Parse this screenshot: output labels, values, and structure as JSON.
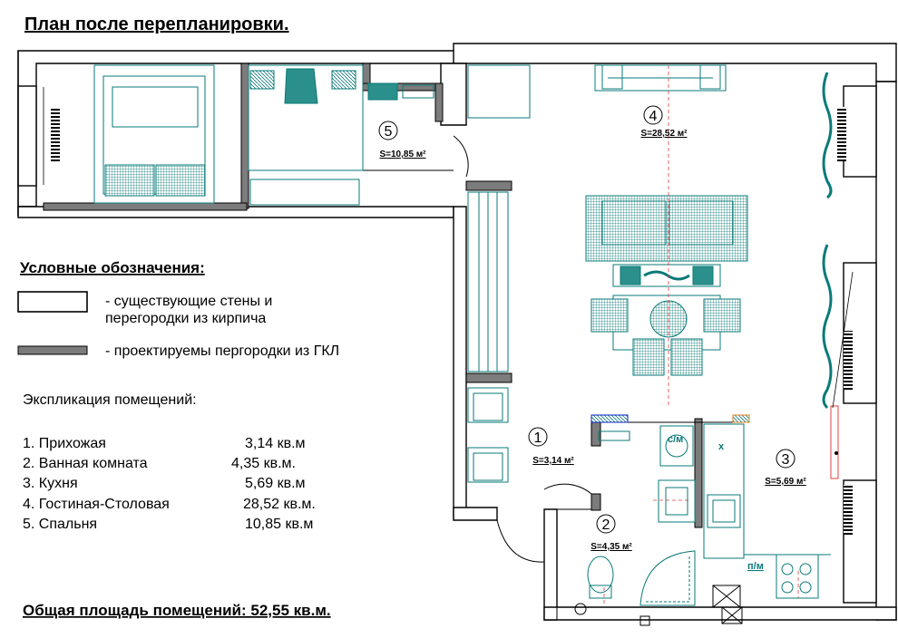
{
  "title": "План после перепланировки.",
  "colors": {
    "wall": "#000000",
    "partition": "#7c7c7c",
    "furniture": "#0a7a78",
    "furniture_fill": "#2b8f8b",
    "axis": "#e04040"
  },
  "rooms": [
    {
      "num": "1",
      "area": "S=3,14 м²"
    },
    {
      "num": "2",
      "area": "S=4,35 м²"
    },
    {
      "num": "3",
      "area": "S=5,69 м²"
    },
    {
      "num": "4",
      "area": "S=28,52 м²"
    },
    {
      "num": "5",
      "area": "S=10,85 м²"
    }
  ],
  "tags": {
    "washer": "с/м",
    "fridge": "п/м",
    "cross": "х"
  },
  "legend": {
    "heading": "Условные обозначения:",
    "existing_line1": "- существующие стены  и",
    "existing_line2": "перегородки из кирпича",
    "new_partitions": "- проектируемы пергородки из ГКЛ"
  },
  "explication": {
    "heading": "Экспликация помещений:",
    "items": [
      {
        "name": "1. Прихожая",
        "area": "3,14 кв.м"
      },
      {
        "name": "2. Ванная комната",
        "area": "4,35 кв.м."
      },
      {
        "name": "3. Кухня",
        "area": "5,69 кв.м"
      },
      {
        "name": "4. Гостиная-Столовая",
        "area": "28,52 кв.м."
      },
      {
        "name": "5. Спальня",
        "area": "10,85 кв.м"
      }
    ]
  },
  "total": "Общая площадь помещений: 52,55 кв.м."
}
